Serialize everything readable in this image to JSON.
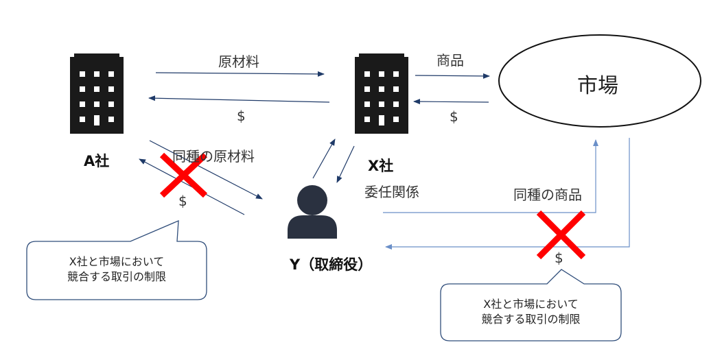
{
  "entities": {
    "company_a": "A社",
    "company_x": "X社",
    "person_y": "Y（取締役）",
    "market": "市場"
  },
  "flows": {
    "raw_materials": "原材料",
    "payment_a_to_x": "$",
    "goods": "商品",
    "payment_market_to_x": "$",
    "same_raw_materials": "同種の原材料",
    "payment_a_to_y": "$",
    "mandate": "委任関係",
    "same_goods": "同種の商品",
    "payment_market_to_y": "$"
  },
  "callouts": {
    "left": {
      "line1": "X社と市場において",
      "line2": "競合する取引の制限"
    },
    "right": {
      "line1": "X社と市場において",
      "line2": "競合する取引の制限"
    }
  },
  "colors": {
    "arrow": "#1f3a68",
    "arrow_light": "#6a8fc8",
    "building": "#1a1a1a",
    "cross": "#ff0000",
    "person": "#2a3140",
    "callout_border": "#2f4d7a"
  }
}
